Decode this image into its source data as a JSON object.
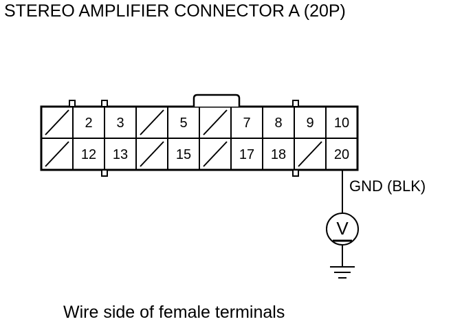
{
  "title": "STEREO AMPLIFIER CONNECTOR A (20P)",
  "caption": "Wire side of female terminals",
  "ground_label": "GND (BLK)",
  "meter_symbol": "V",
  "connector": {
    "columns": 10,
    "rows": 2,
    "row1": [
      "",
      "2",
      "3",
      "",
      "5",
      "",
      "7",
      "8",
      "9",
      "10"
    ],
    "row2": [
      "",
      "12",
      "13",
      "",
      "15",
      "",
      "17",
      "18",
      "",
      "20"
    ],
    "probe_pin": "20"
  }
}
